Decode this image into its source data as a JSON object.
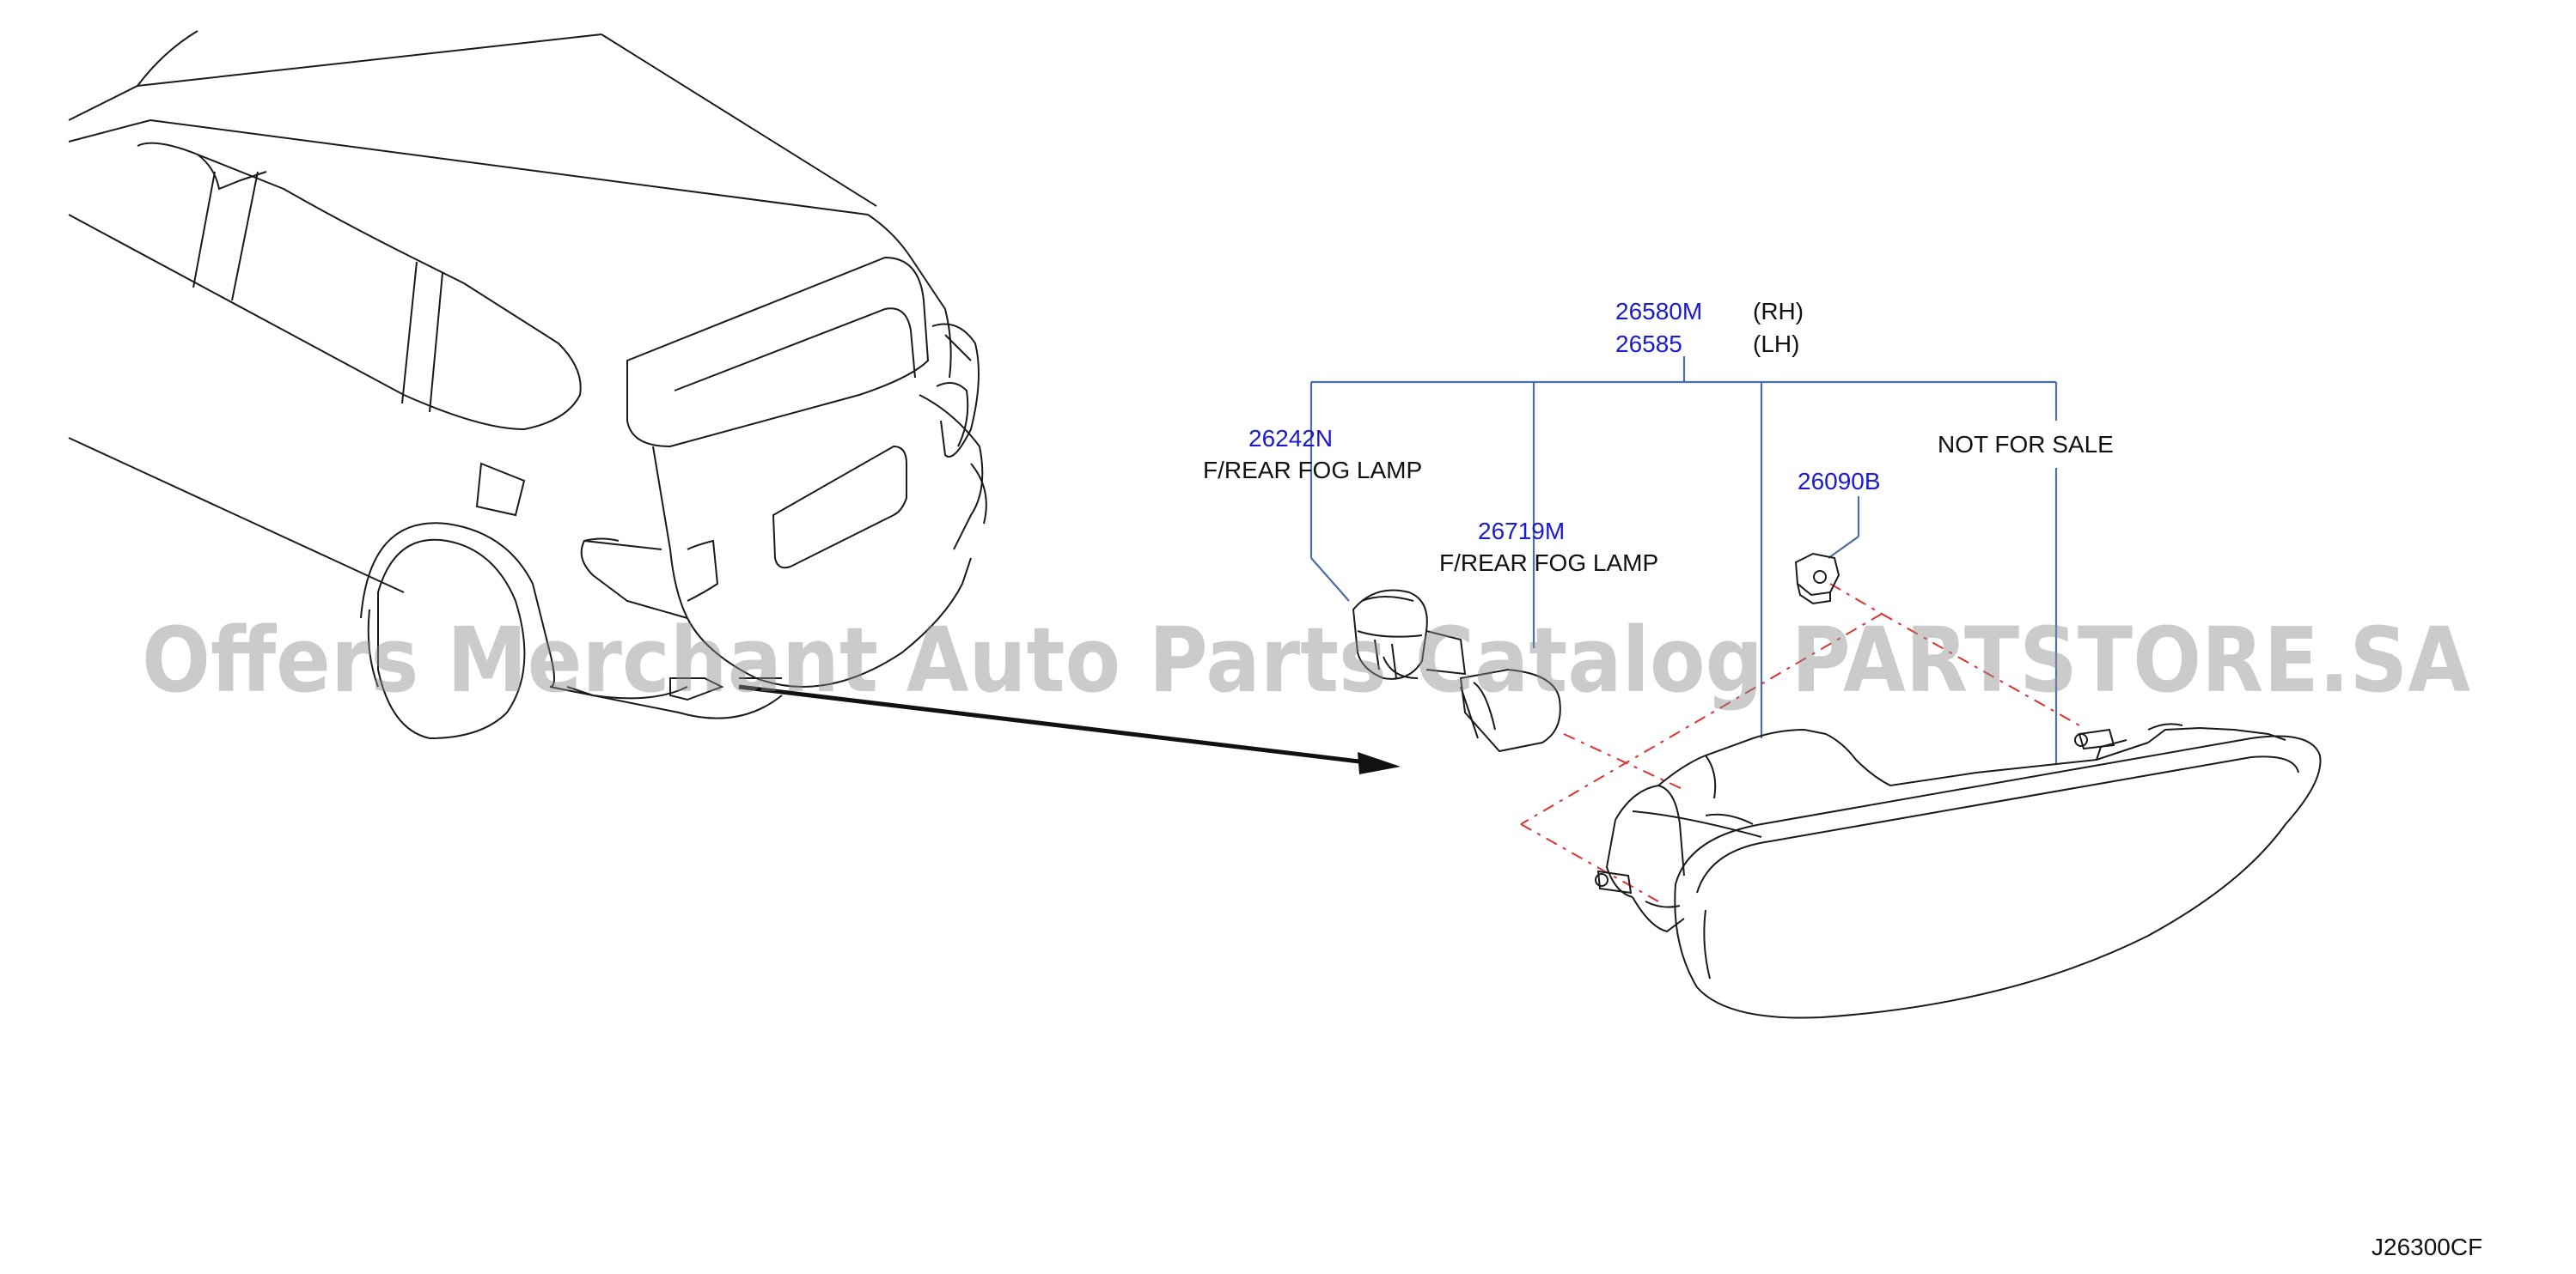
{
  "parts": {
    "assembly_rh_no": "26580M",
    "assembly_rh_side": "(RH)",
    "assembly_lh_no": "26585",
    "assembly_lh_side": "(LH)",
    "socket_no": "26242N",
    "socket_desc": "F/REAR   FOG   LAMP",
    "bulb_no": "26719M",
    "bulb_desc": "F/REAR   FOG   LAMP",
    "nut_no": "26090B",
    "not_for_sale": "NOT   FOR   SALE"
  },
  "watermark": "Offers Merchant Auto Parts Catalog PARTSTORE.SA",
  "diagram_code": "J26300CF",
  "icons": [
    "vehicle-rear-outline-icon",
    "bulb-socket-icon",
    "bulb-icon",
    "nut-icon",
    "fog-lamp-housing-icon",
    "pointer-arrow-icon"
  ]
}
